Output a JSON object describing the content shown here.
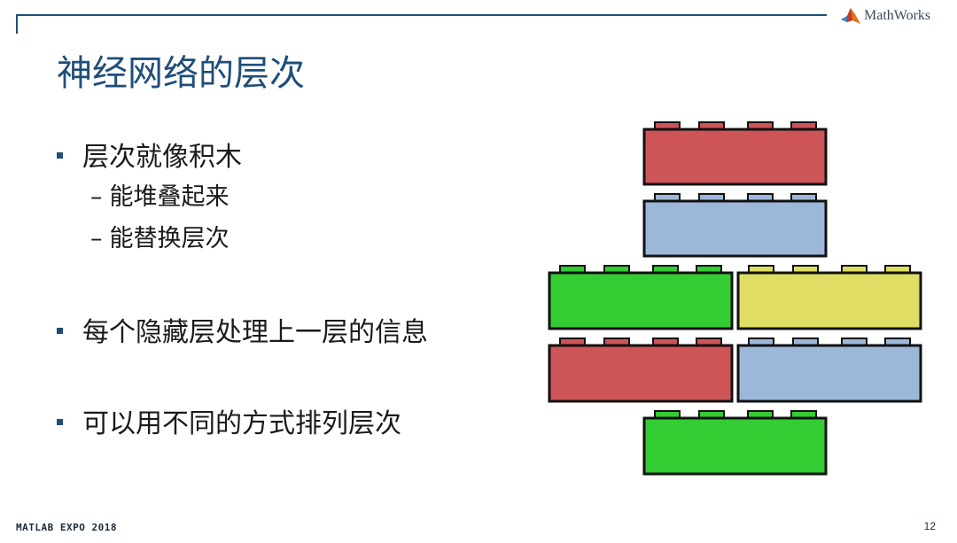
{
  "header": {
    "logo_text": "MathWorks",
    "logo_icon": "membrane-logo-icon"
  },
  "slide": {
    "title": "神经网络的层次",
    "bullets": [
      {
        "text": "层次就像积木",
        "subs": [
          "能堆叠起来",
          "能替换层次"
        ]
      },
      {
        "text": "每个隐藏层处理上一层的信息"
      },
      {
        "text": "可以用不同的方式排列层次"
      }
    ],
    "sub_marker": "–"
  },
  "footer": {
    "event": "MATLAB EXPO 2018",
    "page_number": "12"
  },
  "colors": {
    "title": "#1f4e79",
    "rule": "#1f4e79",
    "brick_red": "#cd5457",
    "brick_blue": "#9cb8d9",
    "brick_green": "#33cc33",
    "brick_yellow": "#dfdd63"
  },
  "illustration": {
    "bricks": [
      {
        "row": 1,
        "color": "brick_red"
      },
      {
        "row": 2,
        "color": "brick_blue"
      },
      {
        "row": 3,
        "color": "brick_green"
      },
      {
        "row": 3,
        "color": "brick_yellow"
      },
      {
        "row": 4,
        "color": "brick_red"
      },
      {
        "row": 4,
        "color": "brick_blue"
      },
      {
        "row": 5,
        "color": "brick_green"
      }
    ]
  }
}
